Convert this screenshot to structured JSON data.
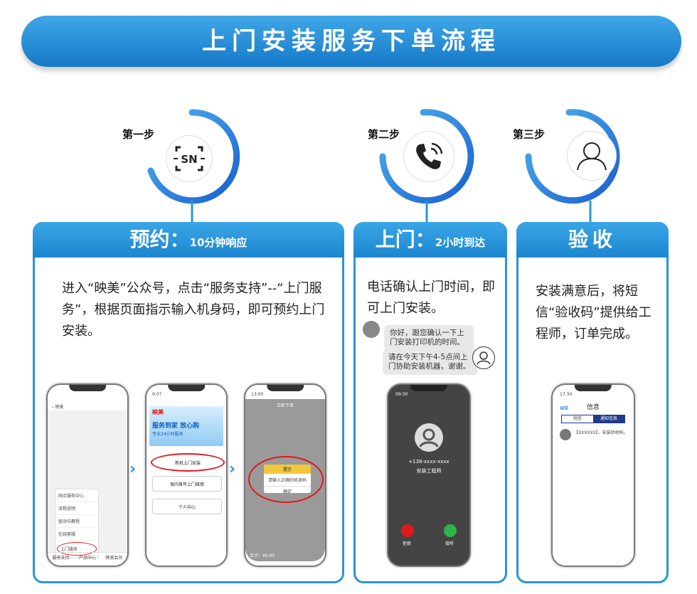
{
  "title": "上门安装服务下单流程",
  "steps": [
    {
      "label": "第一步",
      "icon": "sn-scan-icon"
    },
    {
      "label": "第二步",
      "icon": "phone-call-icon"
    },
    {
      "label": "第三步",
      "icon": "person-icon"
    }
  ],
  "cards": {
    "booking": {
      "title": "预约：",
      "sub": "10分钟响应",
      "text": "进入“映美”公众号，点击“服务支持”--“上门服务”，根据页面指示输入机身码，即可预约上门安装。",
      "phone1": {
        "back_label": "映美",
        "menu": [
          "网点服务中心",
          "流程说明",
          "驱动与教程",
          "在线客服",
          "上门服务"
        ],
        "tabs": [
          "服务支持",
          "产品中心",
          "映美会员"
        ]
      },
      "phone2": {
        "status_time": "9:07",
        "brand": "映美",
        "banner_text": "服务到家 放心购",
        "banner_sub": "专业24小时服务",
        "buttons": [
          "新机上门安装",
          "保内首年上门维修",
          "个人中心"
        ]
      },
      "phone3": {
        "status_time": "13:00",
        "header": "立即下单",
        "dialog_title": "提示",
        "dialog_text": "请输入正确的机身码",
        "dialog_button": "确定",
        "total_label": "合计：",
        "total_value": "¥0.00"
      }
    },
    "visit": {
      "title": "上门：",
      "sub": "2小时到达",
      "text": "电话确认上门时间，即可上门安装。",
      "bubble1": "你好，跟您确认一下上门安装打印机的时间。",
      "bubble2": "请在今天下午4-5点间上门协助安装机器，谢谢。",
      "phone": {
        "status_time": "09:30",
        "number": "+138-xxxx-xxxx",
        "caller": "安装工程师",
        "decline": "拒绝",
        "accept": "接听"
      }
    },
    "accept": {
      "title": "验收",
      "text": "安装满意后，将短信“验收码”提供给工程师，订单完成。",
      "phone": {
        "status_time": "17:30",
        "back": "编辑",
        "header": "信息",
        "tabs": [
          "短信",
          "通知信息"
        ],
        "message": "【XXXXXX】，安装验收码。"
      }
    }
  },
  "colors": {
    "accent": "#1f8bd6",
    "ring": "#1e6fd0",
    "highlight": "#e0191b"
  }
}
